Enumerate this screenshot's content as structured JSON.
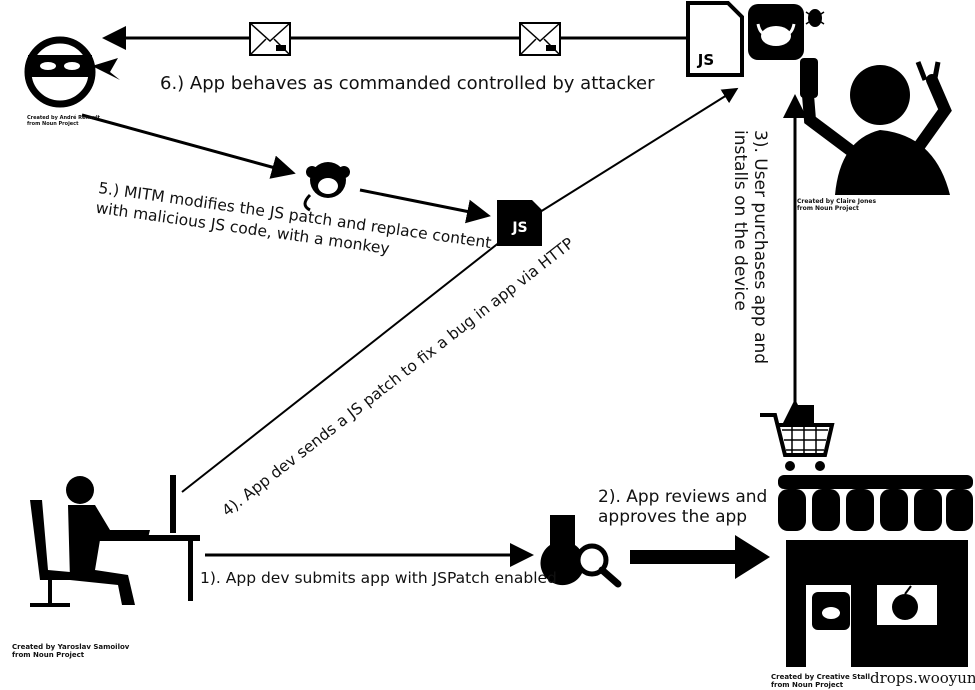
{
  "steps": {
    "s1": "1). App dev submits app with JSPatch enabled",
    "s2_line1": "2). App reviews and",
    "s2_line2": "approves the app",
    "s3_line1": "3). User purchases app and",
    "s3_line2": "installs on the device",
    "s4": "4). App dev sends a JS patch to fix a bug in app via HTTP",
    "s5_line1": "5.) MITM modifies the JS patch and replace content",
    "s5_line2": "with malicious JS code, with a monkey",
    "s6": "6.) App behaves as commanded controlled by attacker"
  },
  "icons": {
    "js_label": "JS"
  },
  "credits": {
    "attacker": [
      "Created by André Renault",
      "from Noun Project"
    ],
    "user": [
      "Created by Claire Jones",
      "from Noun Project"
    ],
    "developer": [
      "Created by Yaroslav Samoilov",
      "from Noun Project"
    ],
    "store": [
      "Created by Creative Stall",
      "from Noun Project"
    ]
  },
  "watermark": "drops.wooyun.org"
}
